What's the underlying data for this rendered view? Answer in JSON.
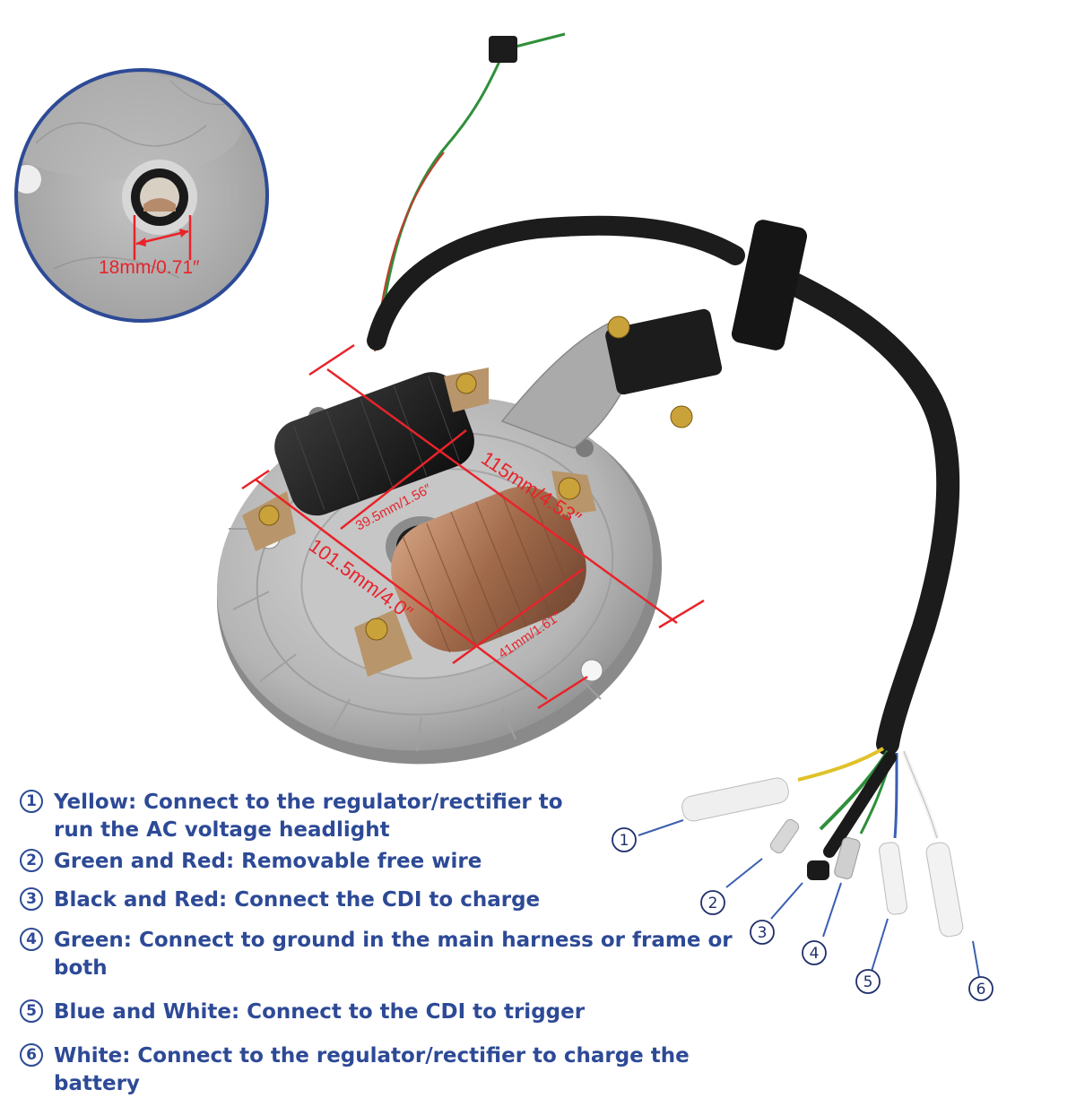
{
  "dimensions": {
    "shaft": "18mm/0.71″",
    "coil_small": "39.5mm/1.56″",
    "overall": "115mm/4.53″",
    "mount": "101.5mm/4.0″",
    "coil_large": "41mm/1.61″"
  },
  "legend": [
    {
      "num": "1",
      "line1": "Yellow: Connect to the regulator/rectifier to",
      "line2": "run the AC voltage headlight"
    },
    {
      "num": "2",
      "line1": "Green and Red: Removable free wire"
    },
    {
      "num": "3",
      "line1": "Black and Red: Connect the CDI to charge"
    },
    {
      "num": "4",
      "line1": "Green: Connect to ground in the main harness or frame or both"
    },
    {
      "num": "5",
      "line1": "Blue and White: Connect to the CDI to trigger"
    },
    {
      "num": "6",
      "line1": "White: Connect to the regulator/rectifier to charge the battery"
    }
  ],
  "callouts": [
    "1",
    "2",
    "3",
    "4",
    "5",
    "6"
  ],
  "colors": {
    "label_blue": "#2d4a96",
    "dimension_red": "#e8232a",
    "plate_grey": "#b9b9b9",
    "copper": "#b07a5a",
    "black_coil": "#202020"
  }
}
